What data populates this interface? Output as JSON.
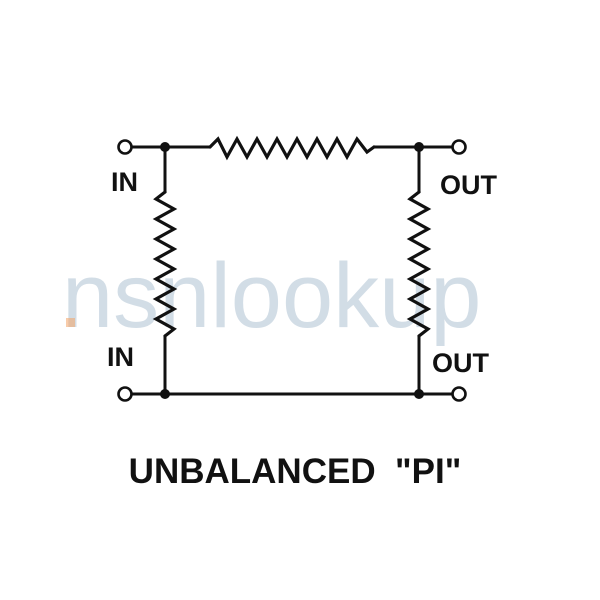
{
  "diagram": {
    "title": "UNBALANCED  \"PI\"",
    "labels": {
      "in_top": "IN",
      "in_bottom": "IN",
      "out_top": "OUT",
      "out_bottom": "OUT"
    },
    "watermark": "nsnlookup"
  },
  "colors": {
    "ink": "#111111",
    "watermark": "#9db4c8",
    "watermark_accent": "#f2a365"
  }
}
